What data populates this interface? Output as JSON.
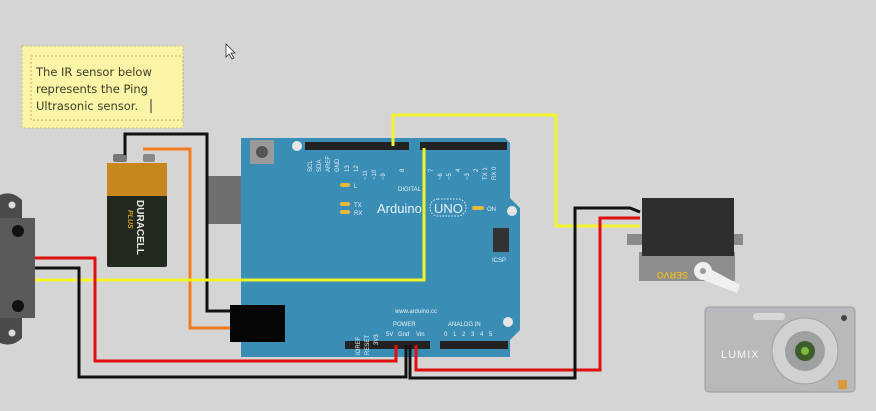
{
  "note": {
    "lines": [
      "The IR sensor below",
      "represents the Ping",
      "Ultrasonic sensor."
    ]
  },
  "battery": {
    "brand": "DURACELL",
    "sub": "PLUS"
  },
  "arduino": {
    "logo": "Arduino",
    "model": "UNO",
    "url": "www.arduino.cc",
    "digital_label": "DIGITAL",
    "power_label": "POWER",
    "analog_label": "ANALOG IN",
    "icsp_label": "ICSP",
    "on_label": "ON",
    "led_l": "L",
    "led_tx": "TX",
    "led_rx": "RX",
    "top_pins_left": [
      "SCL",
      "SDA",
      "AREF",
      "GND",
      "13",
      "12",
      "~11",
      "~10",
      "~9",
      "8"
    ],
    "top_pins_right": [
      "7",
      "~6",
      "~5",
      "4",
      "~3",
      "2",
      "TX 1",
      "RX 0"
    ],
    "power_pins": [
      "IOREF",
      "RESET",
      "3V3",
      "5V",
      "Gnd",
      "Vin"
    ],
    "analog_pins": [
      "0",
      "1",
      "2",
      "3",
      "4",
      "5"
    ]
  },
  "servo": {
    "label": "SERVO"
  },
  "camera": {
    "brand": "LUMIX"
  },
  "colors": {
    "background": "#d5d5d5",
    "board": "#3a8db4",
    "wire_yellow": "#f2f22a",
    "wire_red": "#e01010",
    "wire_black": "#111111",
    "wire_orange": "#f47a20"
  }
}
